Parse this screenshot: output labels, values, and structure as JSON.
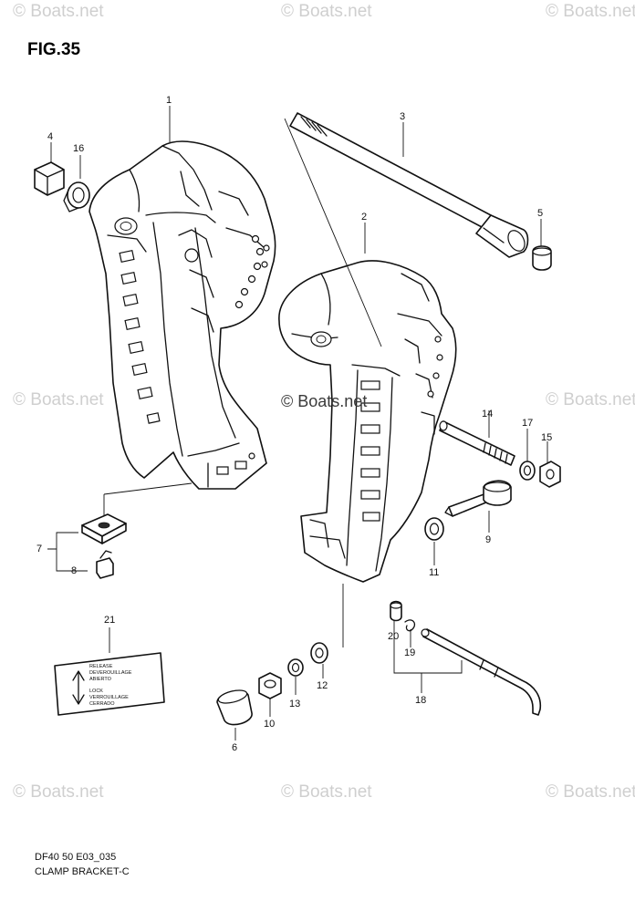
{
  "figure": {
    "title": "FIG.35"
  },
  "watermarks": {
    "text": "© Boats.net",
    "center_text": "© Boats.net"
  },
  "callouts": [
    "1",
    "2",
    "3",
    "4",
    "5",
    "6",
    "7",
    "8",
    "9",
    "10",
    "11",
    "12",
    "13",
    "14",
    "15",
    "16",
    "17",
    "18",
    "19",
    "20",
    "21"
  ],
  "caution_label": {
    "line1": "RELEASE",
    "line2": "DEVEROUILLAGE",
    "line3": "ABIERTO",
    "line4": "LOCK",
    "line5": "VERROUILLAGE",
    "line6": "CERRADO"
  },
  "footer": {
    "code": "DF40 50 E03_035",
    "name": "CLAMP BRACKET-C"
  }
}
